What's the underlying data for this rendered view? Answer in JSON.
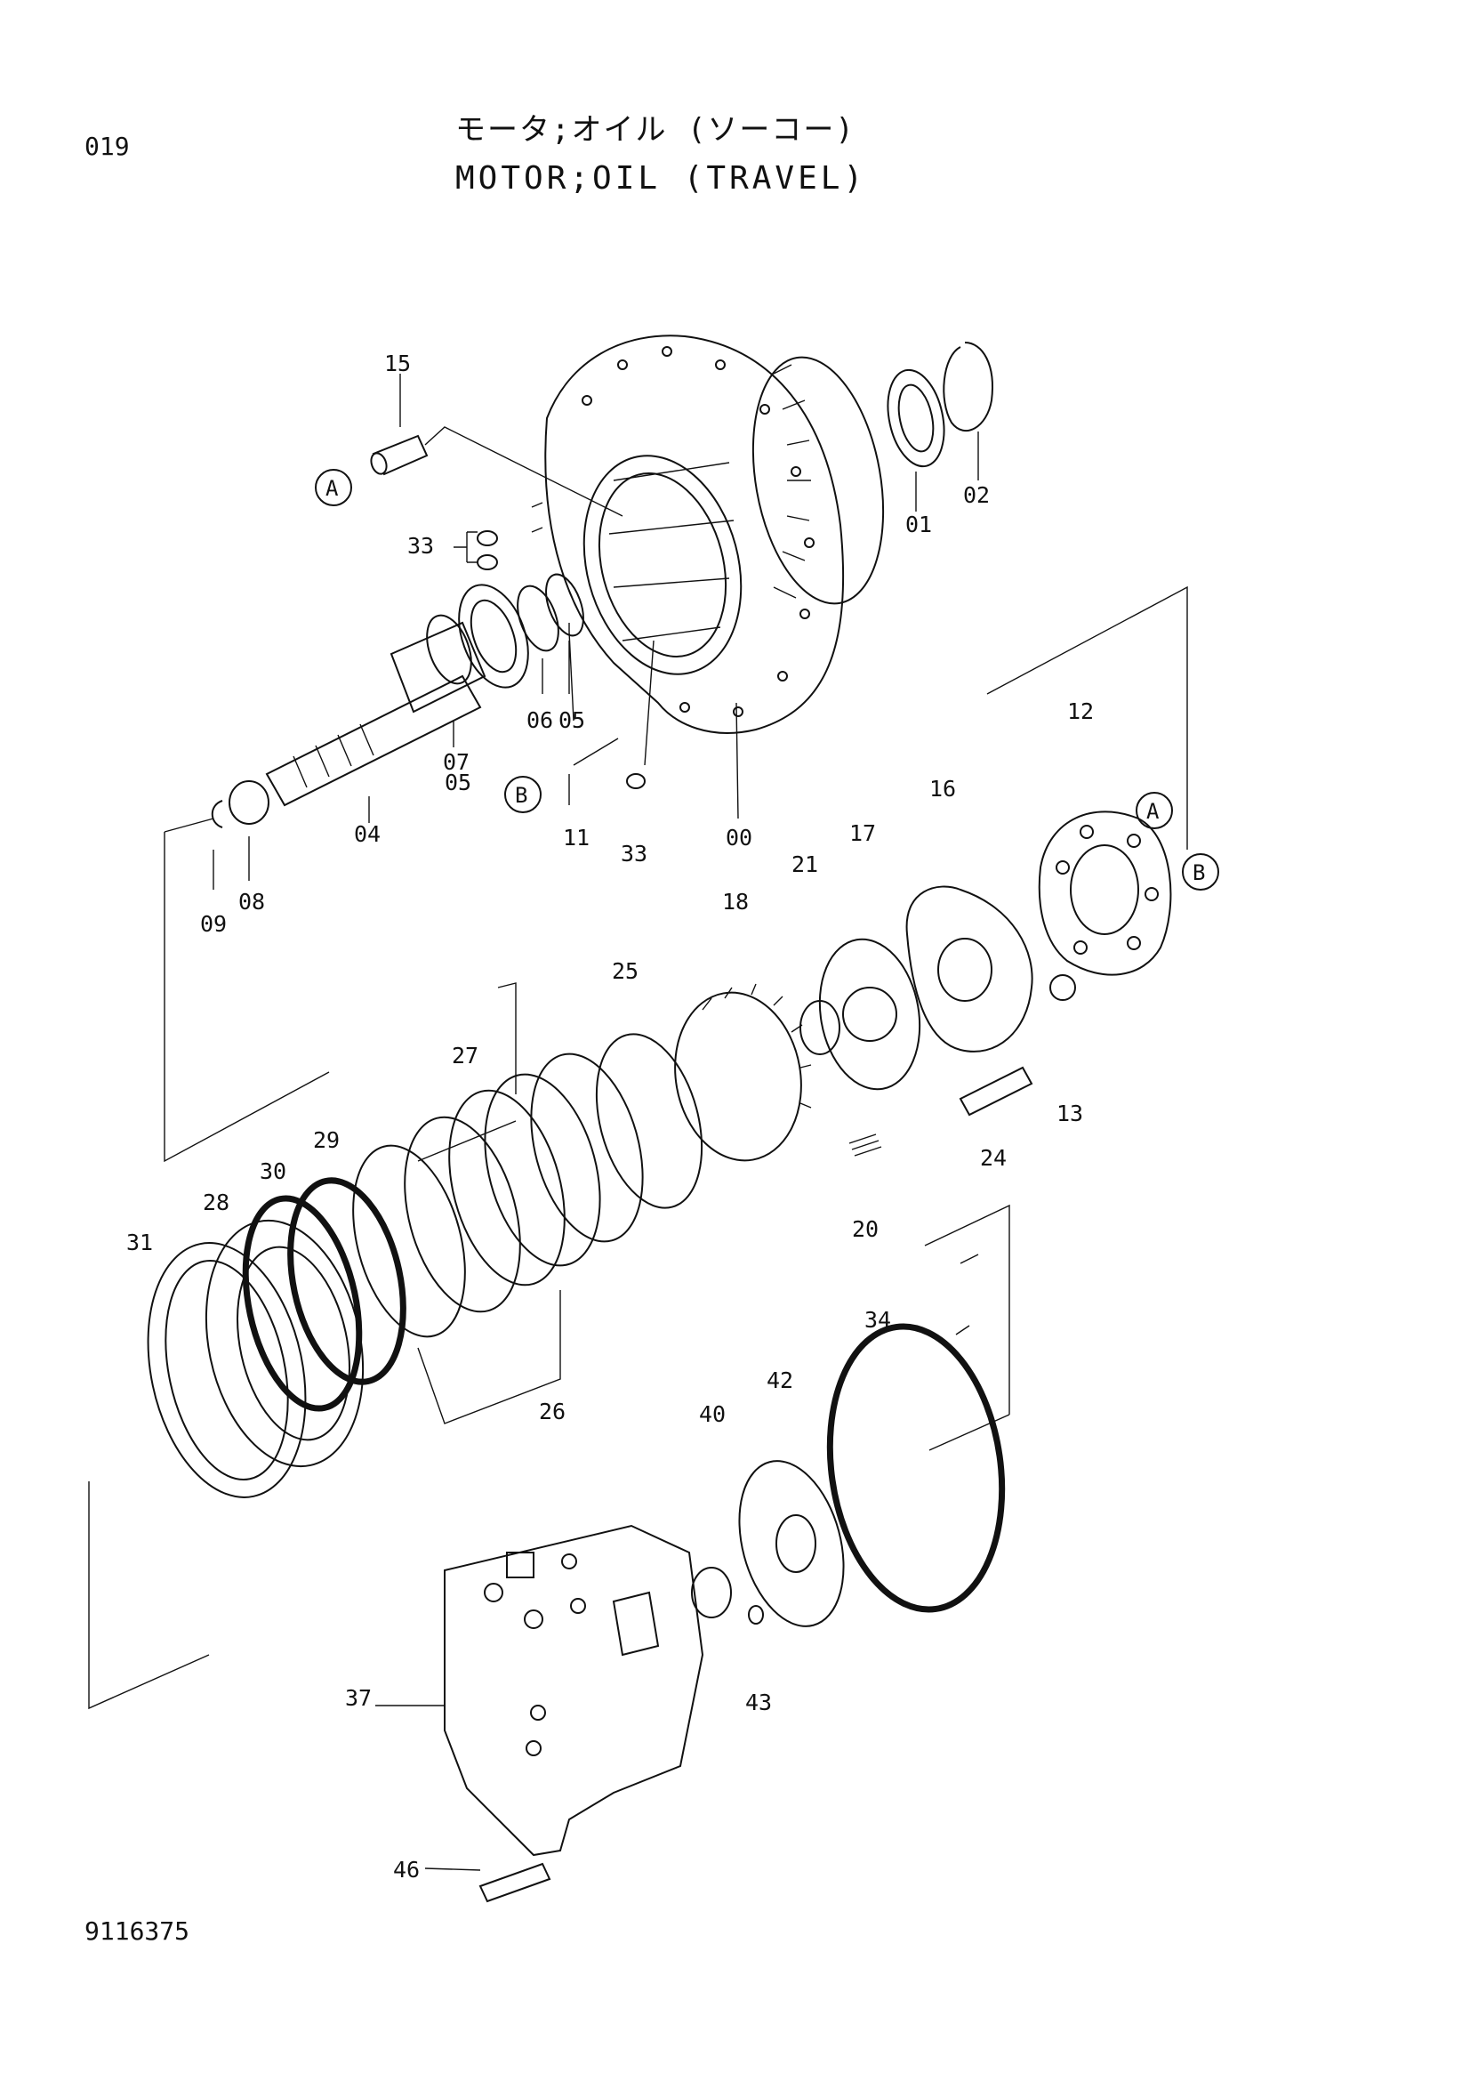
{
  "header": {
    "page_number": "019",
    "title_jp": "モータ;オイル (ソーコー)",
    "title_en": "MOTOR;OIL (TRAVEL)",
    "document_number": "9116375"
  },
  "references": {
    "ref_a": "A",
    "ref_b": "B"
  },
  "callouts": {
    "p00": "00",
    "p01": "01",
    "p02": "02",
    "p04": "04",
    "p05a": "05",
    "p05b": "05",
    "p06": "06",
    "p07": "07",
    "p08": "08",
    "p09": "09",
    "p11": "11",
    "p12": "12",
    "p13": "13",
    "p15": "15",
    "p16": "16",
    "p17": "17",
    "p18": "18",
    "p20": "20",
    "p21": "21",
    "p24": "24",
    "p25": "25",
    "p26": "26",
    "p27": "27",
    "p28": "28",
    "p29": "29",
    "p30": "30",
    "p31": "31",
    "p33a": "33",
    "p33b": "33",
    "p34": "34",
    "p37": "37",
    "p40": "40",
    "p42": "42",
    "p43": "43",
    "p46": "46"
  },
  "colors": {
    "ink": "#111111",
    "paper": "#ffffff"
  }
}
